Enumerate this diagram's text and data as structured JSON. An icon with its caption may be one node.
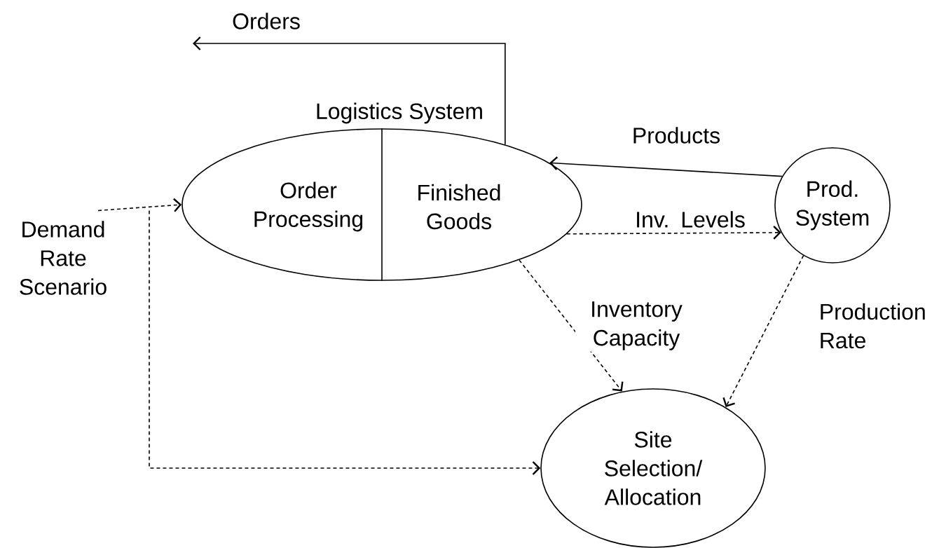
{
  "diagram": {
    "nodes": [
      {
        "text": [
          "Logistics System"
        ]
      },
      {
        "text": [
          "Order Processing"
        ],
        "in": 0
      },
      {
        "text": [
          "Finished Goods"
        ],
        "in": 0
      },
      {
        "text": [
          "Prod. System"
        ]
      },
      {
        "text": [
          "Site Selection/ Allocation"
        ]
      },
      {
        "text": [
          "Demand Rate Scenario"
        ]
      }
    ],
    "edges": [
      {
        "from": 0,
        "to": null,
        "arrow": "to",
        "label": "Orders"
      },
      {
        "from": 3,
        "to": 0,
        "arrow": "to",
        "label": "Products"
      },
      {
        "from": 0,
        "to": 3,
        "arrow": "to",
        "label": "Inv. Levels",
        "style": "dashed"
      },
      {
        "from": 0,
        "to": 4,
        "arrow": "to",
        "label": "Inventory Capacity",
        "style": "dashed"
      },
      {
        "from": 3,
        "to": 4,
        "arrow": "to",
        "label": "Production Rate",
        "style": "dashed"
      },
      {
        "from": 5,
        "to": 0,
        "arrow": "to",
        "style": "dashed"
      },
      {
        "from": 5,
        "to": 4,
        "arrow": "to",
        "style": "dashed"
      }
    ]
  }
}
